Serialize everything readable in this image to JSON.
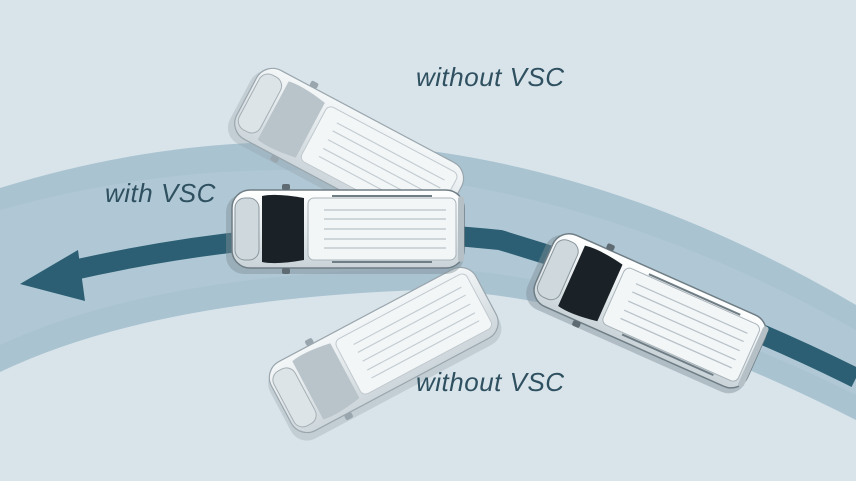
{
  "labels": {
    "with_vsc": "with VSC",
    "without_vsc_top": "without VSC",
    "without_vsc_bottom": "without VSC"
  },
  "colors": {
    "background": "#d9e4ea",
    "road": "#a9c3d1",
    "road_inner": "#b7ccd8",
    "path_arrow": "#2c5f73",
    "label_text": "#2f5060",
    "van_body": "#e9eef1",
    "van_shadow": "#7f8e96",
    "van_glass": "#1a2227"
  },
  "icons": {
    "path": "curved-arrow-icon",
    "vehicle": "van-icon"
  }
}
